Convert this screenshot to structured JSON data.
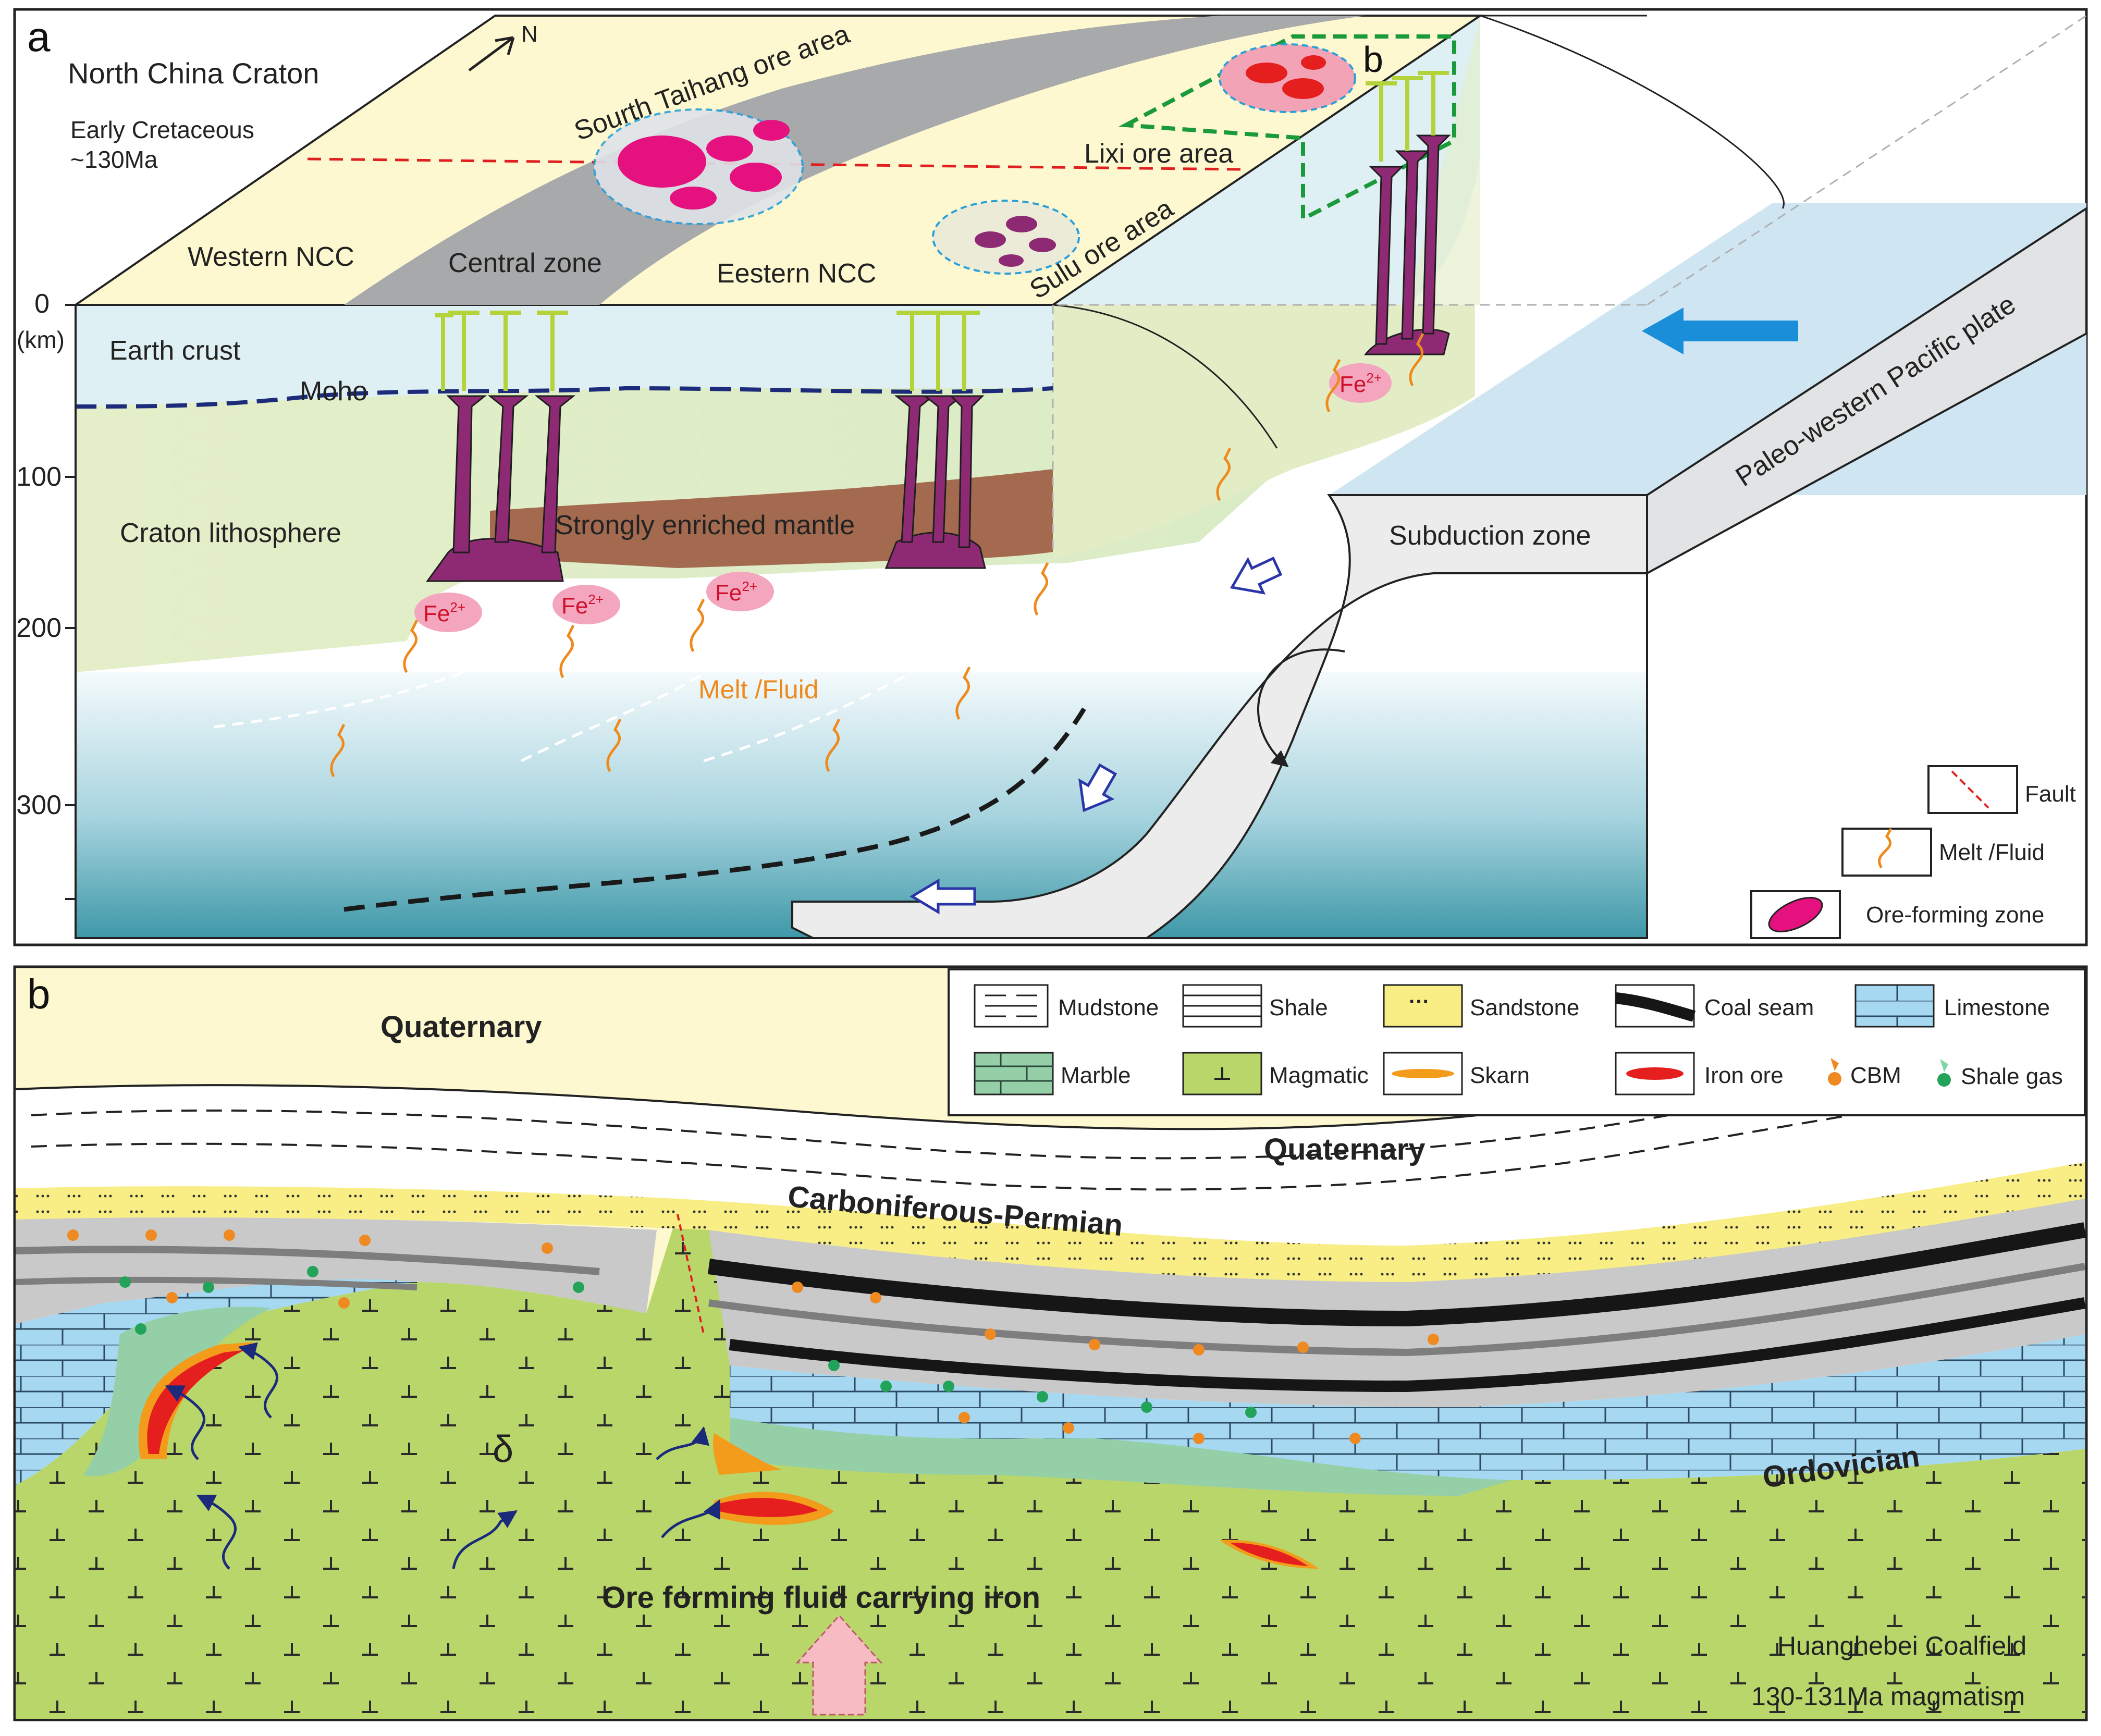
{
  "panel_a": {
    "letter": "a",
    "title": "North China Craton",
    "north": "N",
    "age_line1": "Early Cretaceous",
    "age_line2": "~130Ma",
    "ore_areas": {
      "south_taihang": "Sourth Taihang ore area",
      "sulu": "Sulu ore area",
      "lixi": "Lixi ore area",
      "inset_b": "b"
    },
    "zones": {
      "western": "Western NCC",
      "central": "Central zone",
      "eastern": "Eestern NCC"
    },
    "depth_axis": {
      "unit": "(km)",
      "ticks": [
        "0",
        "100",
        "200",
        "300"
      ]
    },
    "labels": {
      "earth_crust": "Earth crust",
      "moho": "Moho",
      "craton": "Craton lithosphere",
      "mantle": "Strongly enriched mantle",
      "subduction": "Subduction zone",
      "pacific": "Paleo-western Pacific plate",
      "melt": "Melt /Fluid",
      "fe": "Fe"
    },
    "legend": {
      "fault": "Fault",
      "melt": "Melt /Fluid",
      "ore": "Ore-forming zone"
    }
  },
  "panel_b": {
    "letter": "b",
    "labels": {
      "quaternary_top": "Quaternary",
      "quaternary": "Quaternary",
      "carb_perm": "Carboniferous-Permian",
      "ordovician": "Ordovician",
      "delta": "δ",
      "ore_fluid": "Ore forming fluid carrying iron",
      "coalfield": "Huanghebei Coalfield",
      "magmatism": "130-131Ma magmatism"
    },
    "legend": {
      "mudstone": "Mudstone",
      "shale": "Shale",
      "sandstone": "Sandstone",
      "coal": "Coal seam",
      "limestone": "Limestone",
      "marble": "Marble",
      "magmatic": "Magmatic",
      "skarn": "Skarn",
      "iron": "Iron ore",
      "cbm": "CBM",
      "shale_gas": "Shale gas"
    }
  },
  "colors": {
    "cream": "#fdf8cf",
    "crust": "#dff0f4",
    "lith": "#e2edc5",
    "mantle": "#a36a4f",
    "magma": "#8e2a73",
    "ore": "#e4117f",
    "plate": "#cfe6f2",
    "sand": "#f8ee85",
    "lime": "#a6d9f1",
    "marble": "#95cfa7",
    "magmatic": "#b8d66a",
    "coal": "#161616",
    "iron": "#e51e1e",
    "skarn": "#f39c1b",
    "cbm": "#ef8a22",
    "gas": "#23a35a"
  }
}
